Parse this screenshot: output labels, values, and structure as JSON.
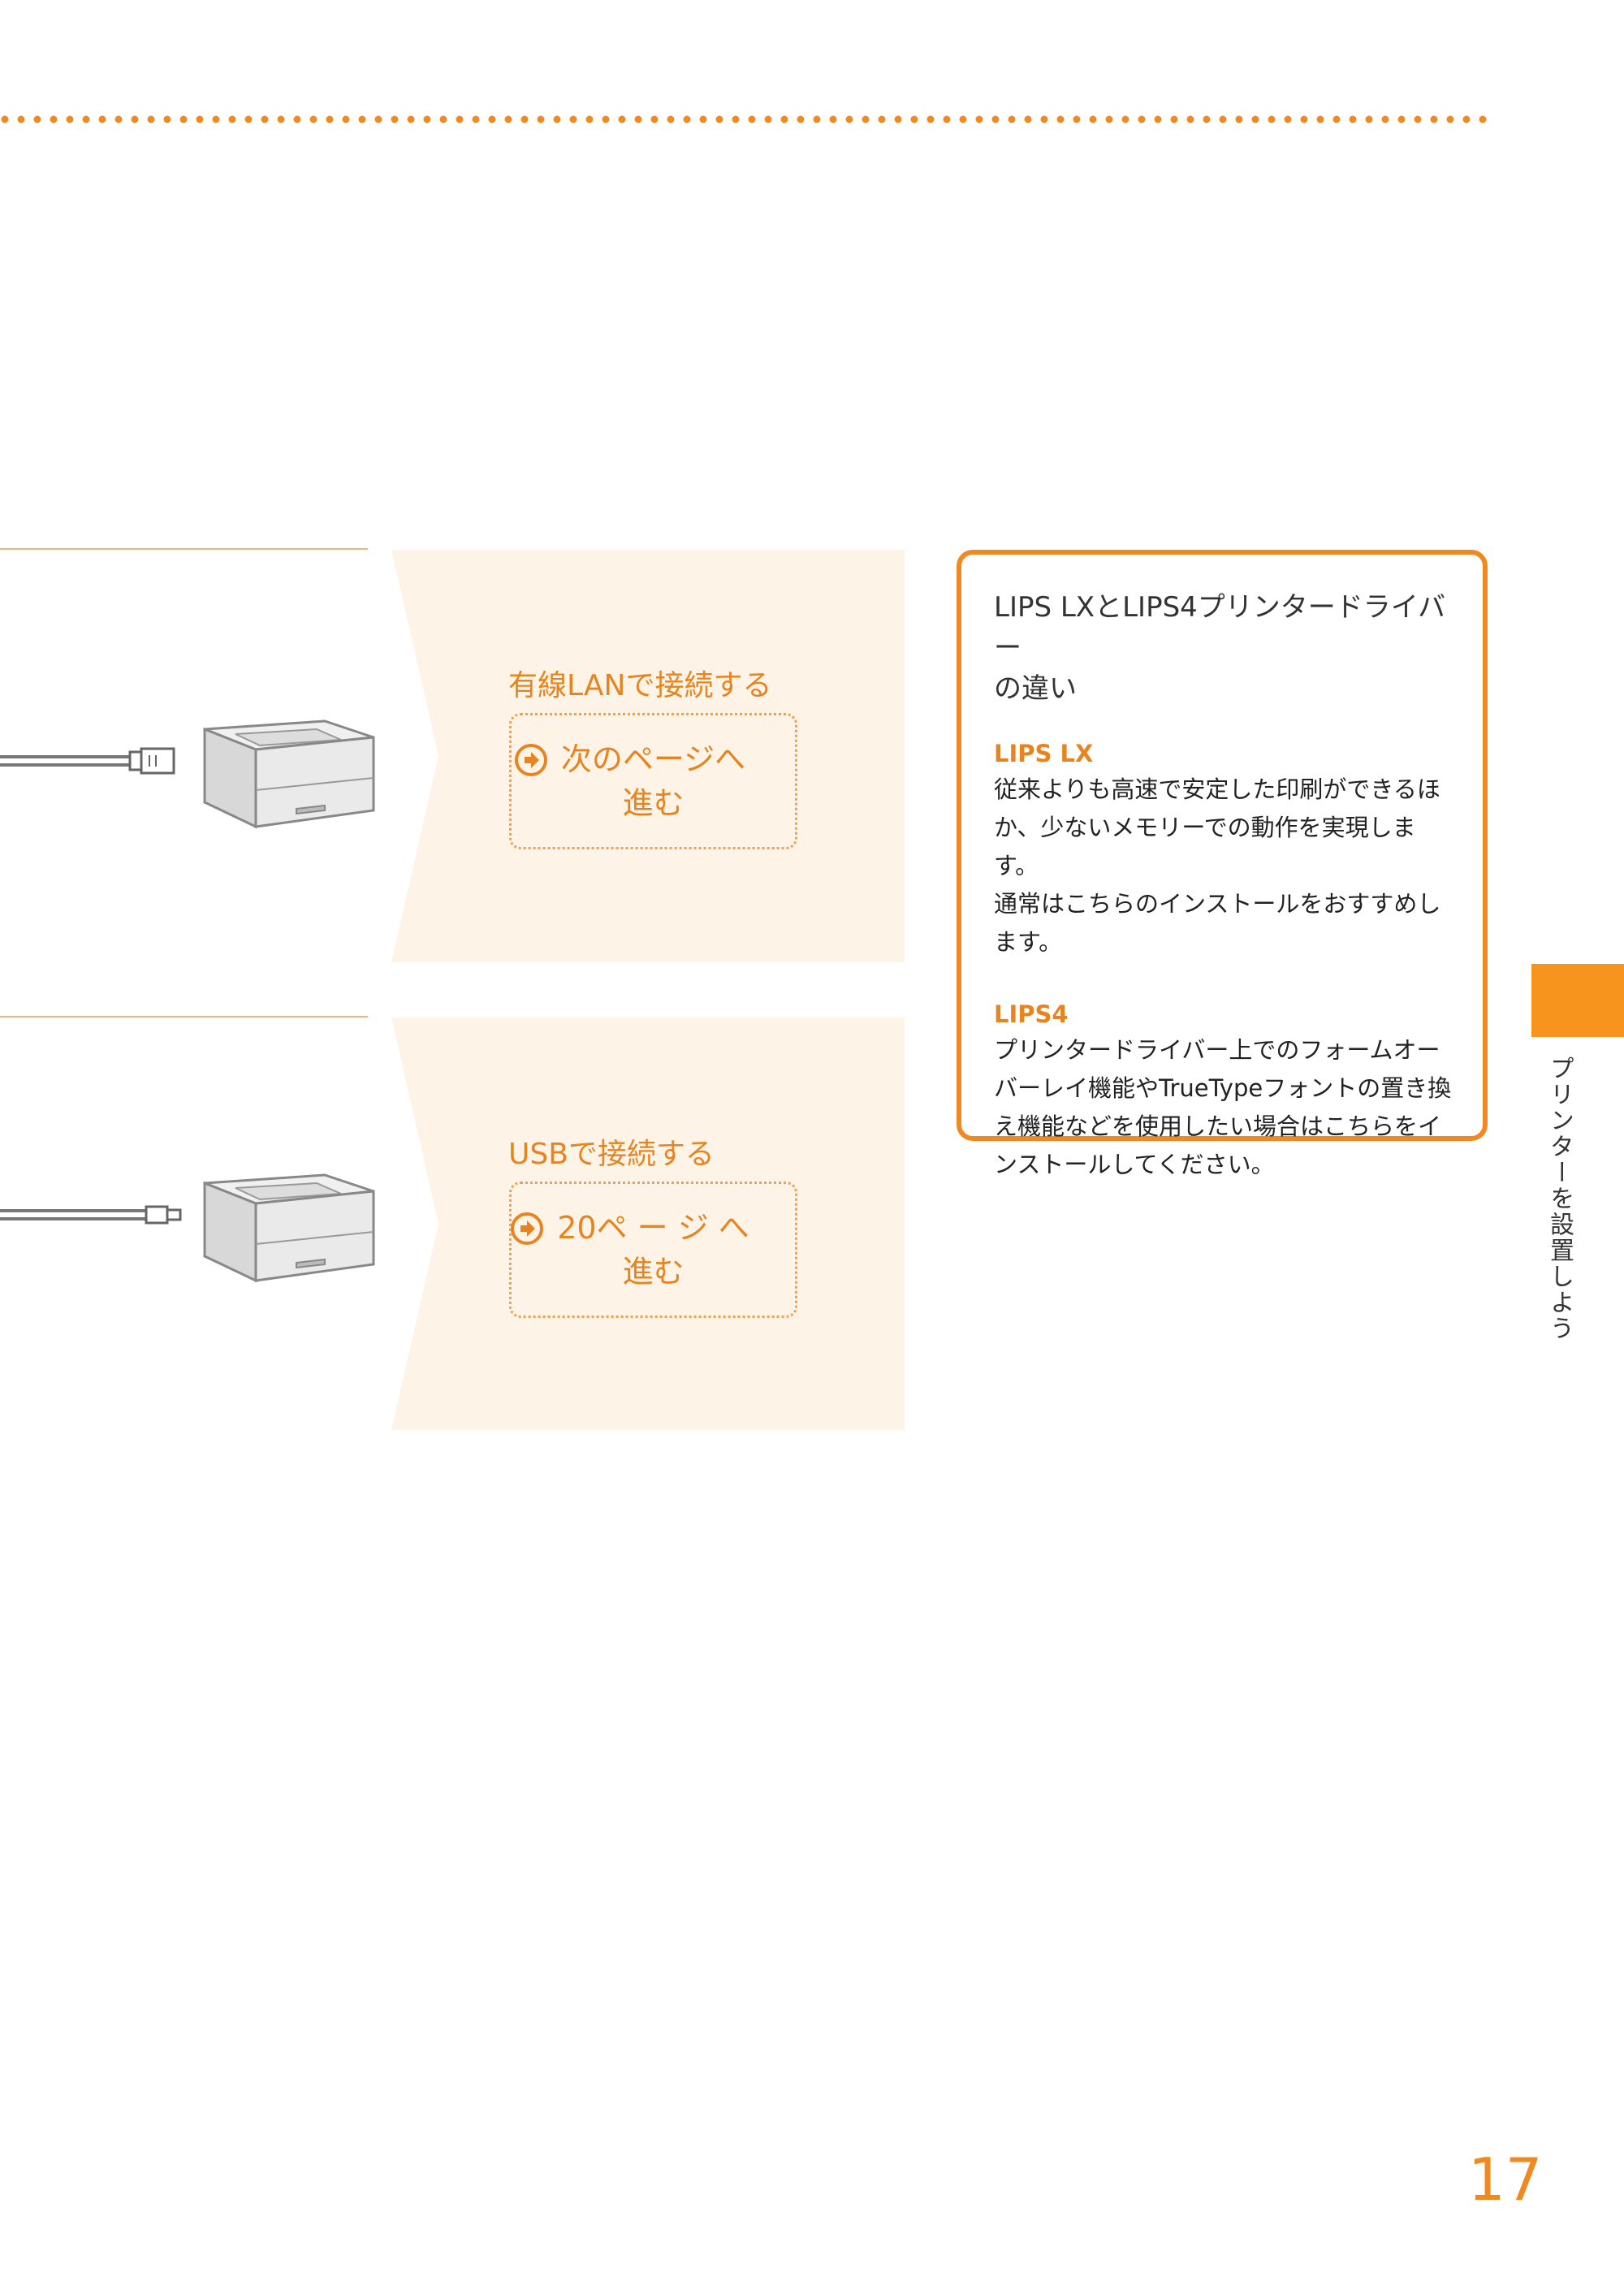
{
  "wired": {
    "title": "有線LANで接続する",
    "button_line1": "次のページへ",
    "button_line2": "進む"
  },
  "usb": {
    "title": "USBで接続する",
    "button_line1": "20ペ ー ジ へ",
    "button_line2": "進む"
  },
  "info": {
    "title_line1": "LIPS LXとLIPS4プリンタードライバー",
    "title_line2": "の違い",
    "lipslx_heading": "LIPS LX",
    "lipslx_lines": [
      "従来よりも高速で安定した印刷ができるほ",
      "か、少ないメモリーでの動作を実現します。",
      "通常はこちらのインストールをおすすめし",
      "ます。"
    ],
    "lips4_heading": "LIPS4",
    "lips4_lines": [
      "プリンタードライバー上でのフォームオー",
      "バーレイ機能やTrueTypeフォントの置き換",
      "え機能などを使用したい場合はこちらをイ",
      "ンストールしてください。"
    ]
  },
  "side_tab_label": "プリンターを設置しよう",
  "page_number": "17",
  "colors": {
    "accent": "#f08a20",
    "panel": "#fef3e7",
    "tab": "#f7941d"
  }
}
